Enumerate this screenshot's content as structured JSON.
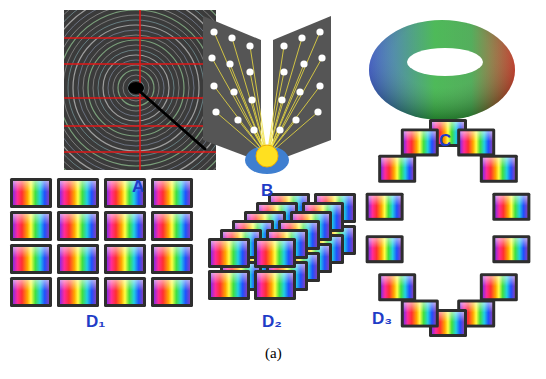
{
  "diagram": {
    "caption": "(a)",
    "labels": [
      "A",
      "B",
      "C",
      "D₁",
      "D₂",
      "D₃"
    ]
  }
}
